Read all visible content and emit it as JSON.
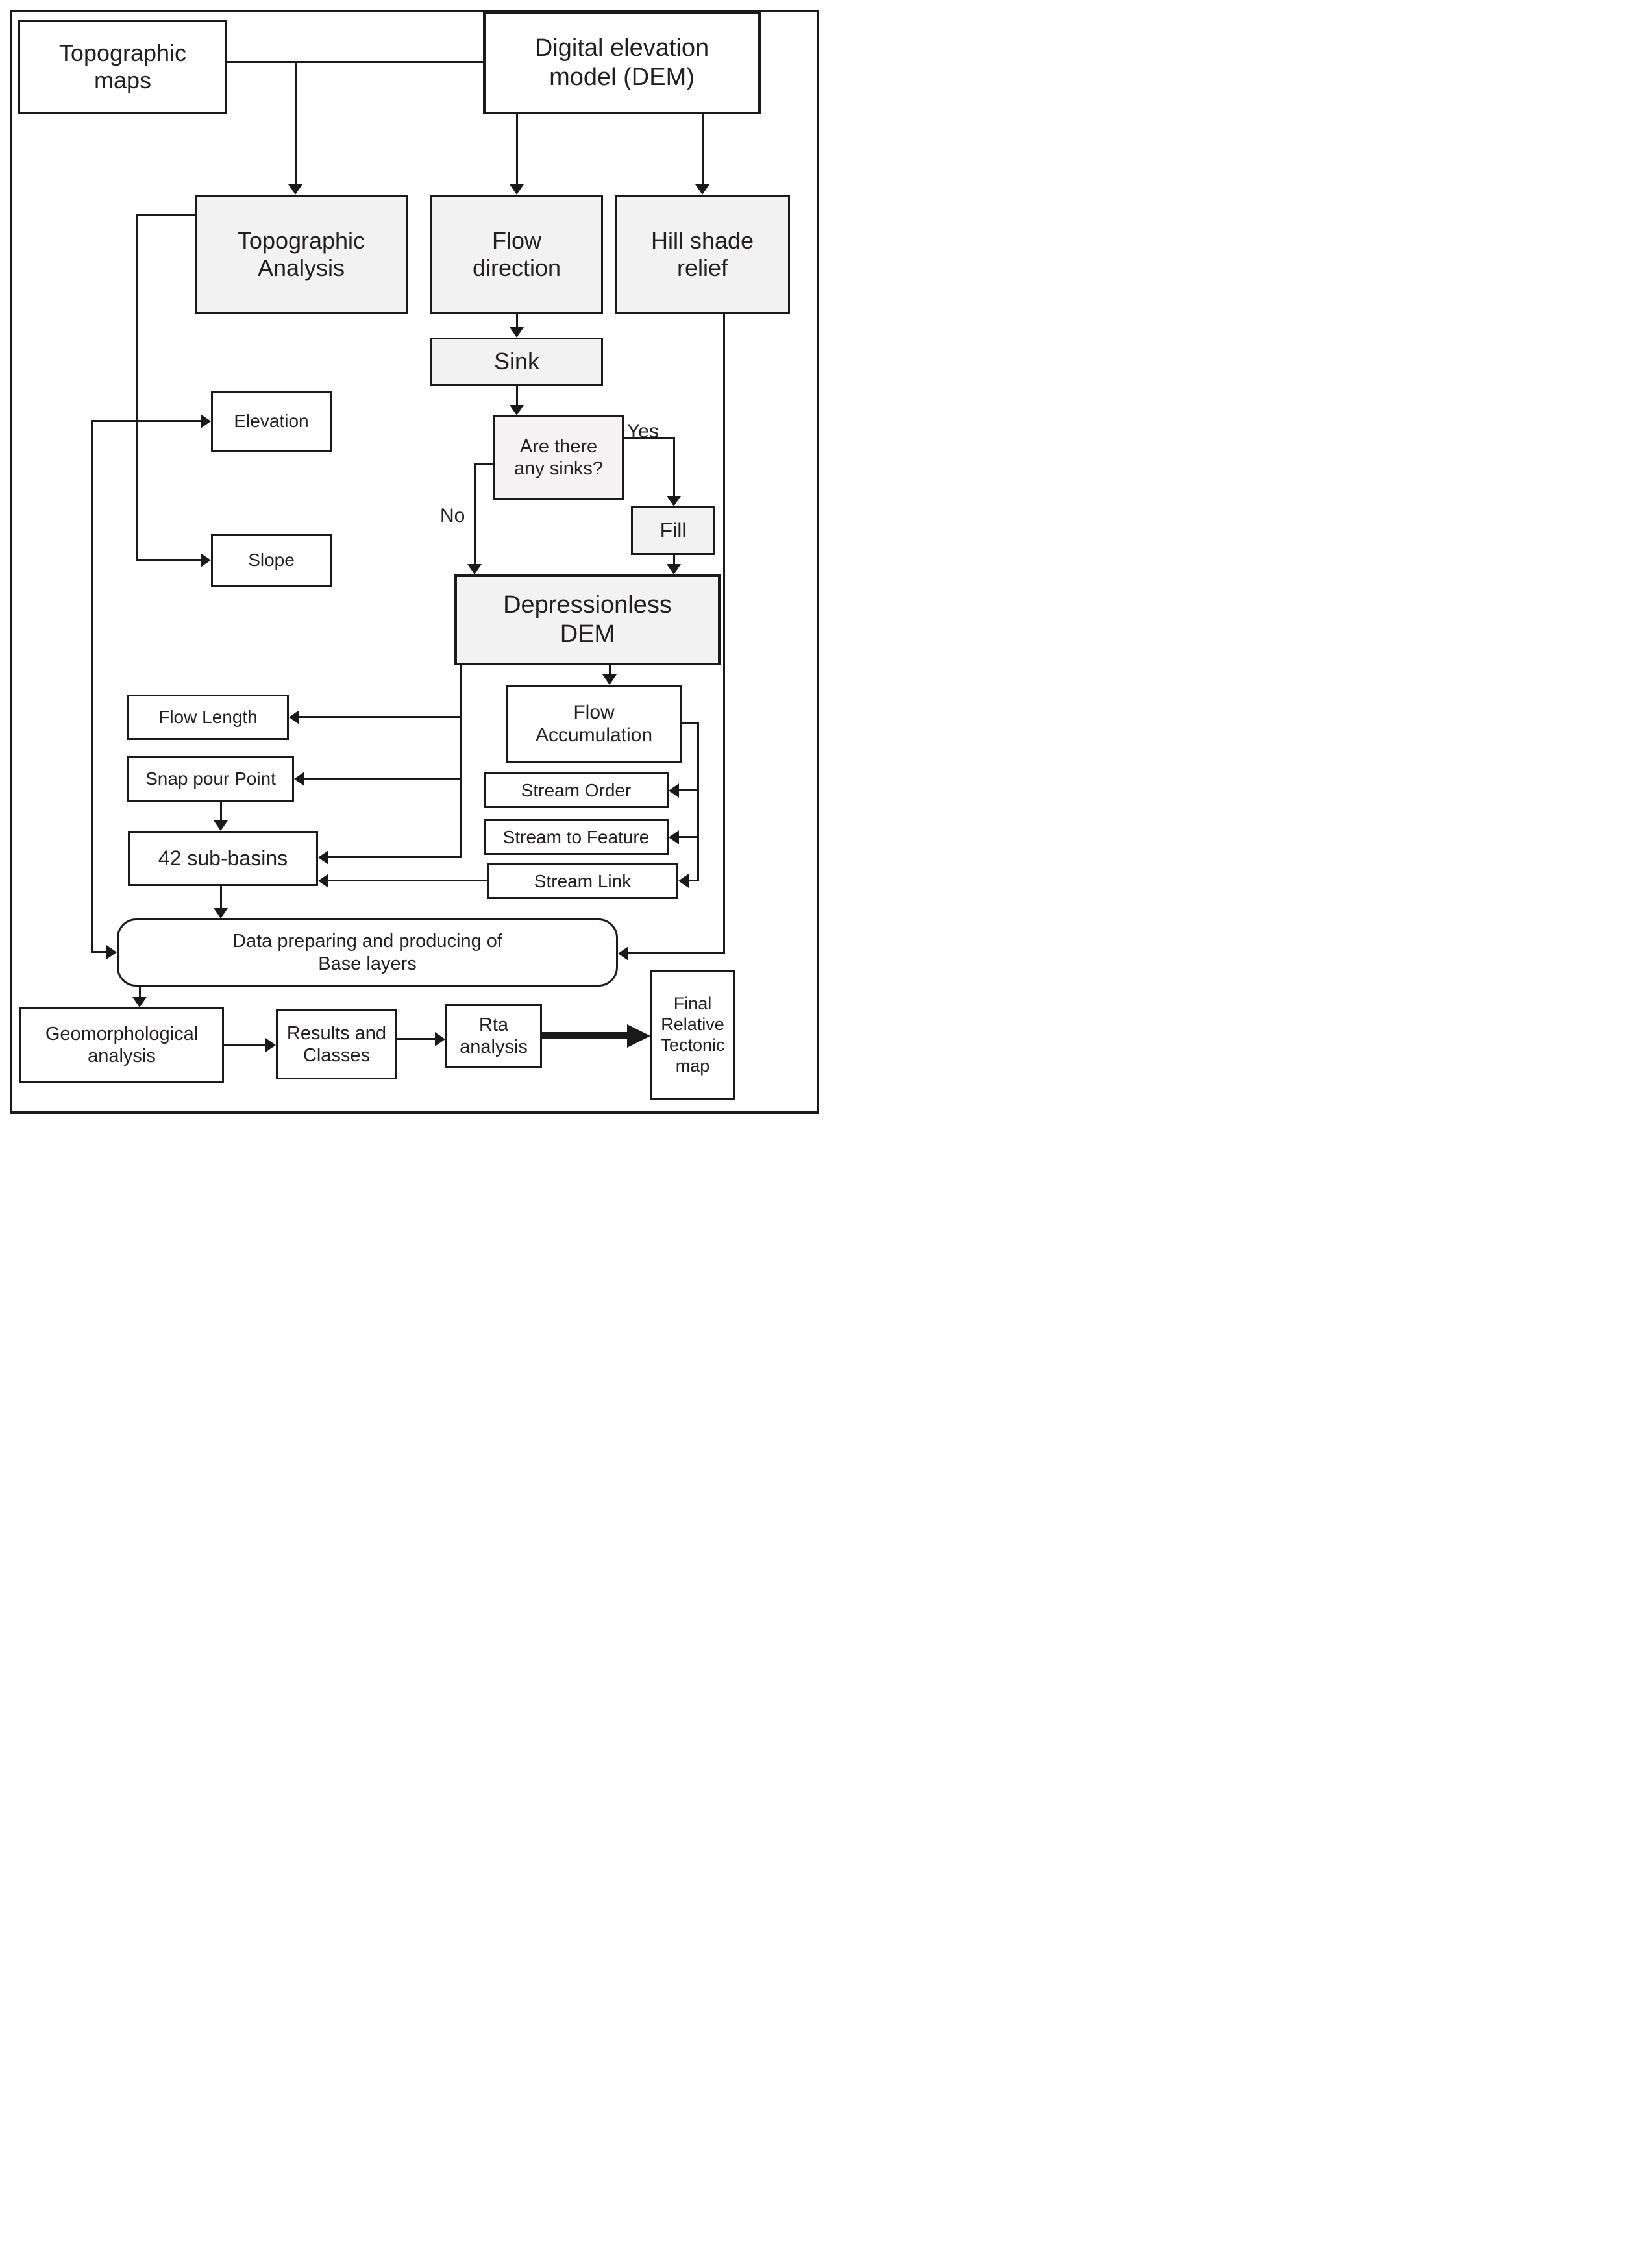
{
  "diagram": {
    "nodes": {
      "topographic_maps": {
        "label": "Topographic\nmaps"
      },
      "dem": {
        "label": "Digital elevation\nmodel (DEM)"
      },
      "topographic_analysis": {
        "label": "Topographic\nAnalysis"
      },
      "flow_direction": {
        "label": "Flow\ndirection"
      },
      "hill_shade_relief": {
        "label": "Hill shade\nrelief"
      },
      "sink": {
        "label": "Sink"
      },
      "elevation": {
        "label": "Elevation"
      },
      "sinks_question": {
        "label": "Are there\nany sinks?"
      },
      "slope": {
        "label": "Slope"
      },
      "fill": {
        "label": "Fill"
      },
      "depressionless_dem": {
        "label": "Depressionless\nDEM"
      },
      "flow_length": {
        "label": "Flow Length"
      },
      "snap_pour_point": {
        "label": "Snap pour Point"
      },
      "flow_accumulation": {
        "label": "Flow\nAccumulation"
      },
      "stream_order": {
        "label": "Stream Order"
      },
      "stream_to_feature": {
        "label": "Stream to Feature"
      },
      "stream_link": {
        "label": "Stream Link"
      },
      "sub_basins": {
        "label": "42 sub-basins"
      },
      "data_preparing": {
        "label": "Data preparing and  producing of\nBase layers"
      },
      "geomorphological_analysis": {
        "label": "Geomorphological\nanalysis"
      },
      "results_and_classes": {
        "label": "Results and\nClasses"
      },
      "rta_analysis": {
        "label": "Rta\nanalysis"
      },
      "final_map": {
        "label": "Final\nRelative\nTectonic\nmap"
      }
    },
    "edge_labels": {
      "yes": "Yes",
      "no": "No"
    },
    "colors": {
      "line": "#1a1a1a",
      "box_fill_white": "#ffffff",
      "box_fill_gray": "#f2f2f2",
      "question_fill": "#f7f2f3"
    }
  }
}
